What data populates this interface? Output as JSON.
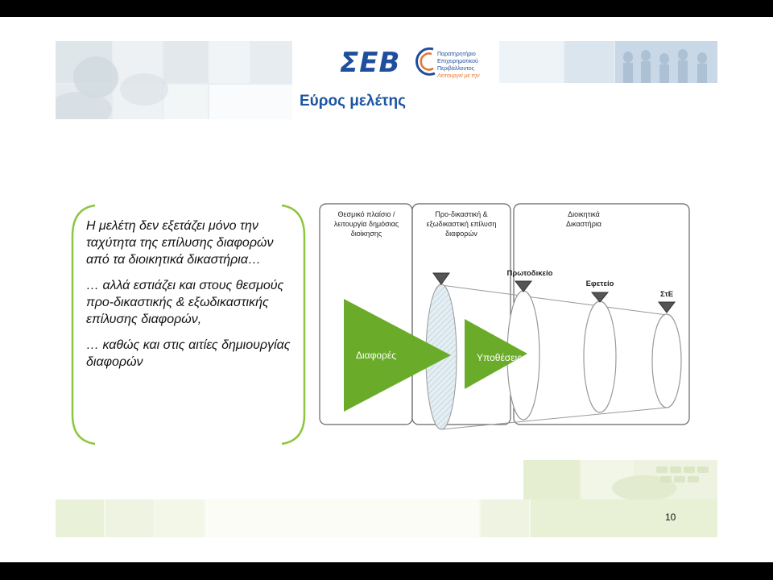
{
  "header": {
    "logo_text": "ΣΕΒ",
    "logo_subtitle_lines": [
      "Παρατηρητήριο",
      "Επιχειρηματικού",
      "Περιβάλλοντος"
    ],
    "logo_tagline": "Λειτουργεί με την",
    "slide_title": "Εύρος μελέτης"
  },
  "left_text": {
    "paragraph1": "Η μελέτη δεν εξετάζει μόνο την ταχύτητα της επίλυσης διαφορών από τα διοικητικά δικαστήρια…",
    "paragraph2": "… αλλά εστιάζει και στους θεσμούς προ-δικαστικής & εξωδικαστικής επίλυσης διαφορών,",
    "paragraph3": "… καθώς και στις αιτίες δημιουργίας διαφορών"
  },
  "diagram": {
    "panel1_line1": "Θεσμικό πλαίσιο /",
    "panel1_line2": "λειτουργία δημόσιας",
    "panel1_line3": "διοίκησης",
    "panel2_line1": "Προ-δικαστική &",
    "panel2_line2": "εξωδικαστική επίλυση",
    "panel2_line3": "διαφορών",
    "panel3_line1": "Διοικητικά",
    "panel3_line2": "Δικαστήρια",
    "arrow1_label": "Διαφορές",
    "arrow2_label": "Υποθέσεις",
    "court1_label": "Πρωτοδικείο",
    "court2_label": "Εφετείο",
    "court3_label": "ΣτΕ",
    "colors": {
      "arrow_green": "#6aac2a",
      "bracket_green": "#8dc63f",
      "panel_border": "#777777"
    }
  },
  "footer": {
    "page_number": "10"
  }
}
